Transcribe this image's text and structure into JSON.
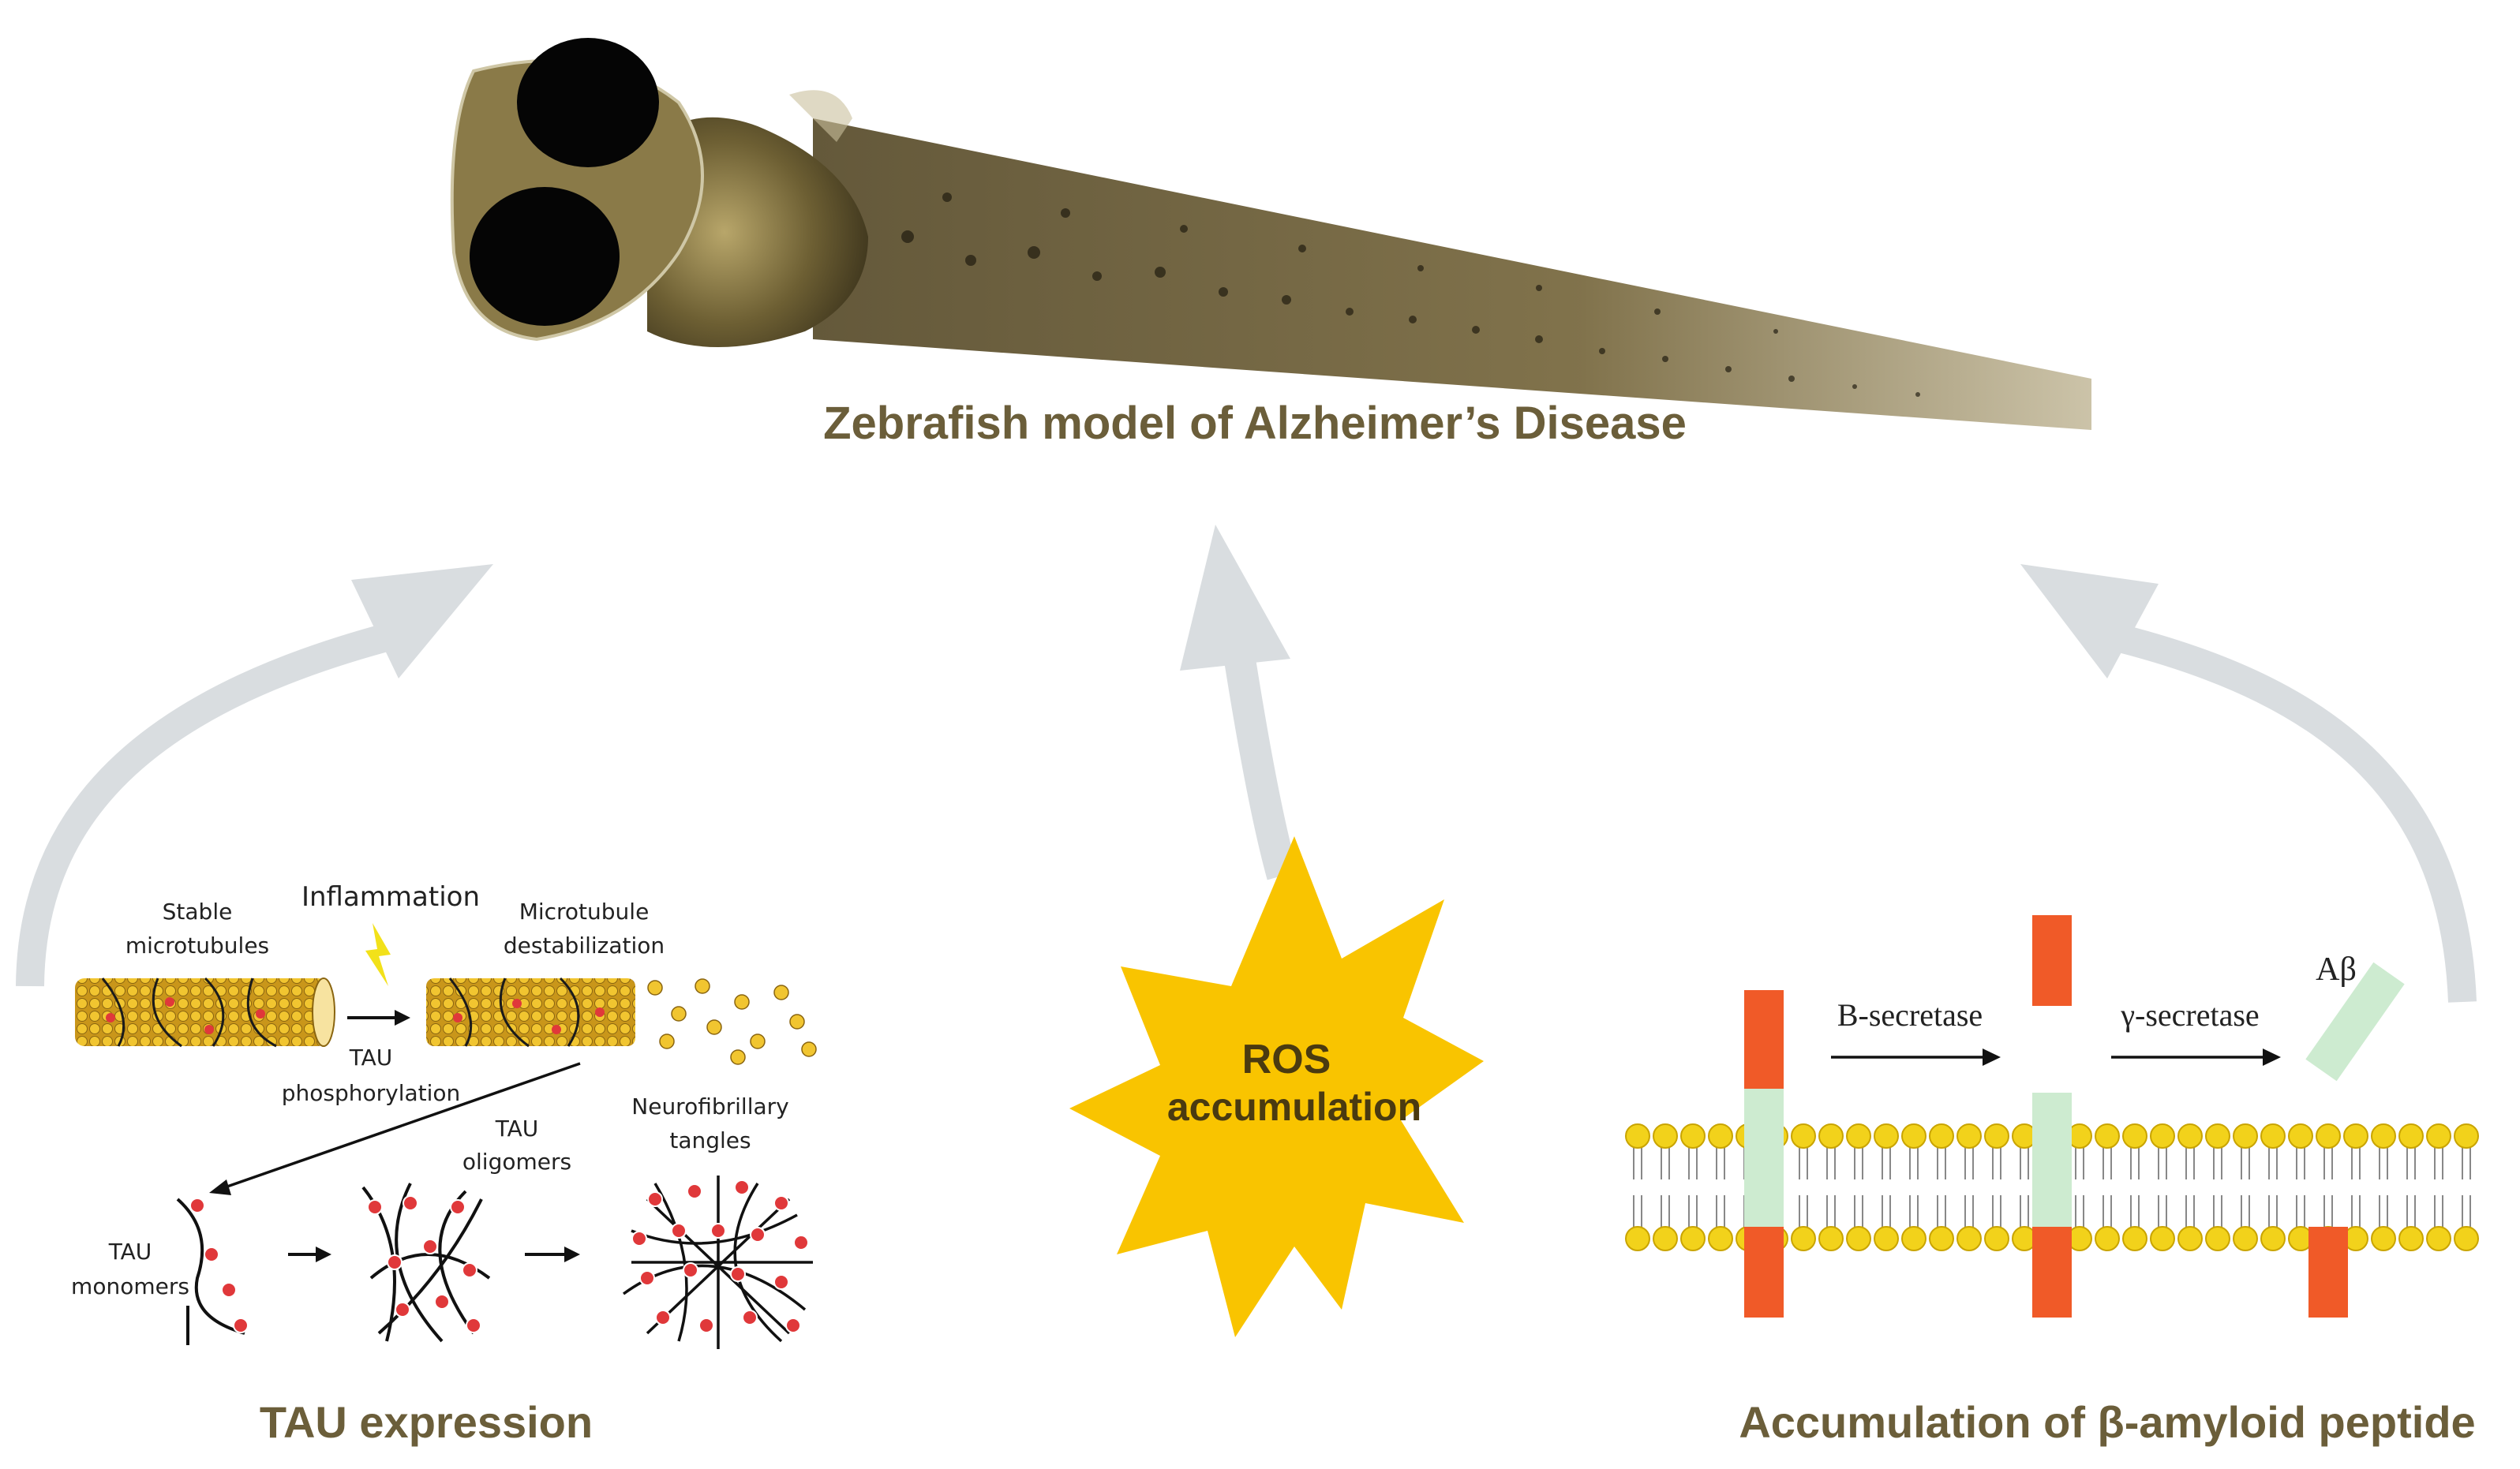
{
  "titles": {
    "model": "Zebrafish model of Alzheimer’s Disease",
    "tau": "TAU expression",
    "amyloid": "Accumulation of β-amyloid peptide",
    "ros_line1": "ROS",
    "ros_line2": "accumulation"
  },
  "tau_panel": {
    "stable_line1": "Stable",
    "stable_line2": "microtubules",
    "inflammation": "Inflammation",
    "destab_line1": "Microtubule",
    "destab_line2": "destabilization",
    "phos_line1": "TAU",
    "phos_line2": "phosphorylation",
    "oligomers_line1": "TAU",
    "oligomers_line2": "oligomers",
    "tangles_line1": "Neurofibrillary",
    "tangles_line2": "tangles",
    "monomers_line1": "TAU",
    "monomers_line2": "monomers"
  },
  "amyloid_panel": {
    "beta_secretase": "Β-secretase",
    "gamma_secretase": "γ-secretase",
    "abeta": "Aβ"
  },
  "colors": {
    "label": "#6b5e3a",
    "arrow_gray": "#d9dde0",
    "starburst": "#f9c400",
    "amyloid_red": "#f05a28",
    "amyloid_green": "#cdebd0",
    "lipid_head": "#f2d21b",
    "microtubule": "#e3b21c",
    "tau_dot": "#e0383a"
  }
}
